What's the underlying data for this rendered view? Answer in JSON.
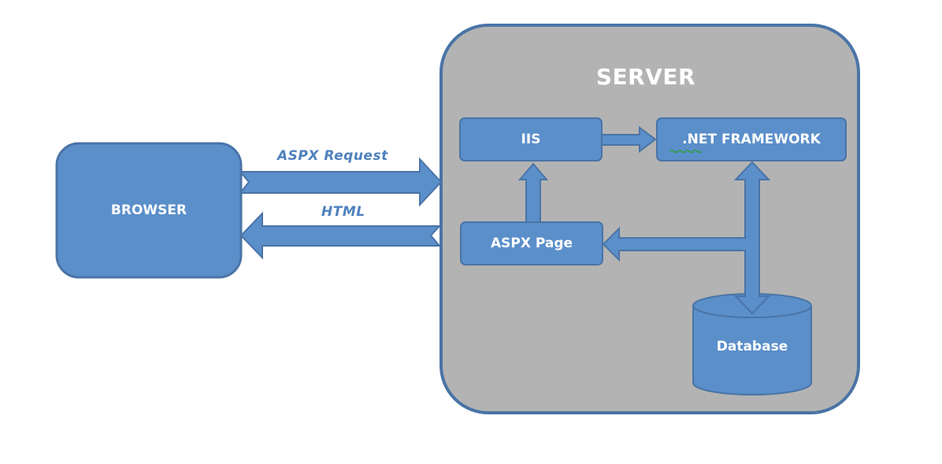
{
  "server": {
    "title": "SERVER"
  },
  "browser": {
    "label": "BROWSER"
  },
  "iis": {
    "label": "IIS"
  },
  "dotnet": {
    "label": ".NET FRAMEWORK"
  },
  "aspx_page": {
    "label": "ASPX Page"
  },
  "database": {
    "label": "Database"
  },
  "edges": {
    "request_label": "ASPX Request",
    "response_label": "HTML"
  },
  "colors": {
    "node_fill": "#5b8fca",
    "node_stroke": "#4a74a6",
    "server_fill": "#b3b3b3",
    "server_stroke": "#4a74a6",
    "label_color": "#4f81bd"
  }
}
